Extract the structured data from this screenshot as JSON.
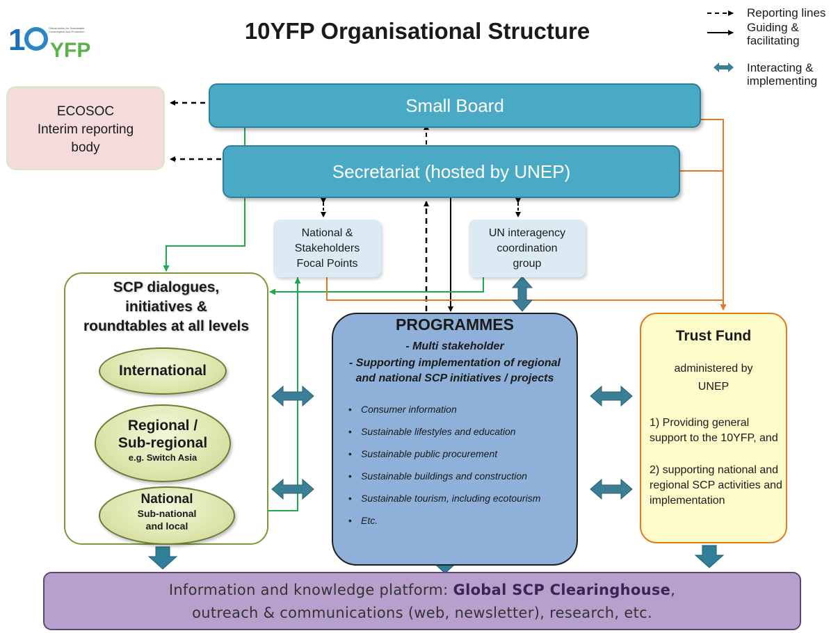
{
  "header": {
    "title": "10YFP Organisational Structure"
  },
  "logo": {
    "text": "10YFP",
    "small_text": "Global Action for Sustainable Consumption and Production"
  },
  "legend": {
    "reporting": "Reporting lines",
    "guiding_1": "Guiding &",
    "guiding_2": "facilitating",
    "interacting_1": "Interacting &",
    "interacting_2": "implementing"
  },
  "ecosoc": {
    "line1": "ECOSOC",
    "line2": "Interim reporting",
    "line3": "body"
  },
  "small_board": {
    "label": "Small Board"
  },
  "secretariat": {
    "label": "Secretariat (hosted by UNEP)"
  },
  "focal_points": {
    "line1": "National  &",
    "line2": "Stakeholders",
    "line3": "Focal Points"
  },
  "un_group": {
    "line1": "UN interagency",
    "line2": "coordination",
    "line3": "group"
  },
  "scp": {
    "title_1": "SCP dialogues,",
    "title_2": "initiatives &",
    "title_3": "roundtables at all levels",
    "international": "International",
    "regional_1": "Regional /",
    "regional_2": "Sub-regional",
    "regional_eg": "e.g. Switch Asia",
    "national": "National",
    "national_sub1": "Sub-national",
    "national_sub2": "and local"
  },
  "programmes": {
    "title": "PROGRAMMES",
    "sub1": "- Multi stakeholder",
    "sub2": "- Supporting implementation of regional",
    "sub3": "and national SCP initiatives / projects",
    "items": [
      "Consumer information",
      "Sustainable lifestyles and education",
      "Sustainable public procurement",
      "Sustainable buildings and construction",
      "Sustainable tourism, including ecotourism",
      "Etc."
    ]
  },
  "trust_fund": {
    "title": "Trust Fund",
    "admin_1": "administered by",
    "admin_2": "UNEP",
    "item1": "1) Providing general support to the 10YFP, and",
    "item2": "2) supporting national and regional SCP activities and implementation"
  },
  "platform": {
    "line1_pre": "Information and knowledge platform: ",
    "line1_bold": "Global SCP Clearinghouse",
    "line1_post": ",",
    "line2": "outreach & communications (web, newsletter), research, etc."
  },
  "colors": {
    "blue_bar": "#4aa9c4",
    "ecosoc_bg": "#f3dcdb",
    "programmes_bg": "#8fb0d8",
    "trust_border": "#e07b1d",
    "trust_bg": "#fdfbc9",
    "platform_bg": "#b7a1cc",
    "green_line": "#1aab4a",
    "orange_line": "#e87722",
    "teal_arrow": "#3b7f96"
  }
}
